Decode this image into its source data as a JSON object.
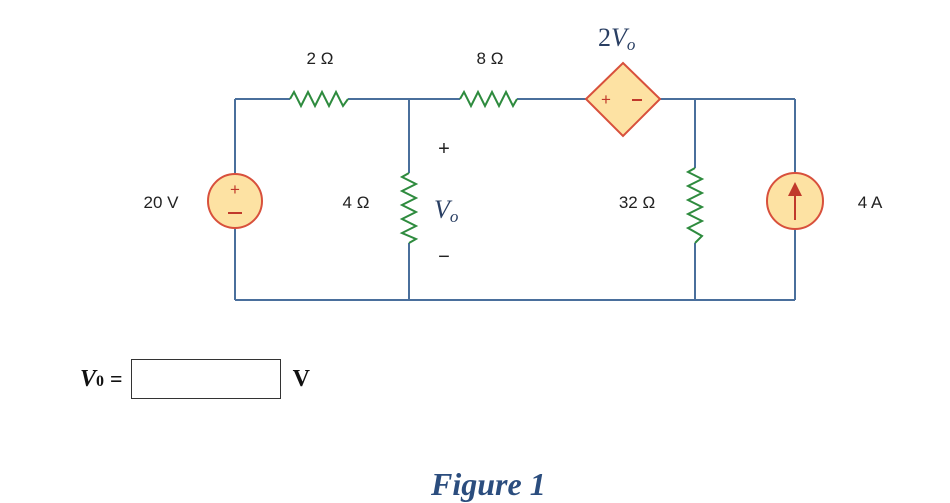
{
  "circuit": {
    "voltage_source": "20 V",
    "r_series_1": "2 Ω",
    "r_shunt_1": "4 Ω",
    "r_series_2": "8 Ω",
    "r_shunt_2": "32 Ω",
    "current_source": "4 A",
    "dependent_source": {
      "symbol": "V",
      "coefficient": "2",
      "subscript": "o"
    },
    "vo_label": {
      "symbol": "V",
      "subscript": "o"
    },
    "vo_plus": "+",
    "vo_minus": "−",
    "source_plus": "+",
    "source_minus": "−"
  },
  "answer": {
    "label_symbol": "V",
    "label_subscript": "0",
    "equals": "=",
    "value": "",
    "unit": "V"
  },
  "caption": "Figure 1"
}
